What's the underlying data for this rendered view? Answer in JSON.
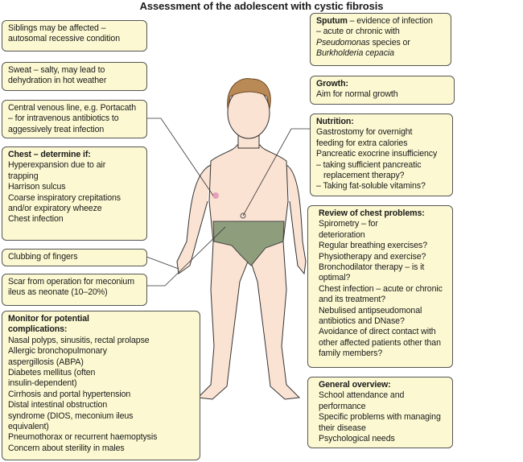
{
  "title": "Assessment of the adolescent with cystic fibrosis",
  "left": {
    "siblings": [
      "Siblings may be affected –",
      "autosomal recessive condition"
    ],
    "sweat": [
      "Sweat – salty, may lead to",
      "dehydration in hot weather"
    ],
    "cvl": [
      "Central venous line, e.g. Portacath",
      "– for intravenous antibiotics to",
      "aggessively treat infection"
    ],
    "chest": {
      "heading": "Chest – determine if:",
      "lines": [
        "Hyperexpansion due to air",
        "trapping",
        "Harrison sulcus",
        "Coarse inspiratory crepitations",
        "and/or expiratory wheeze",
        "Chest infection"
      ]
    },
    "clubbing": "Clubbing of fingers",
    "scar": [
      "Scar from operation for meconium",
      "ileus as neonate (10–20%)"
    ],
    "monitor": {
      "heading": [
        "Monitor for potential",
        "complications:"
      ],
      "lines": [
        "Nasal polyps, sinusitis, rectal prolapse",
        "Allergic bronchopulmonary",
        "aspergillosis (ABPA)",
        "Diabetes mellitus (often",
        "insulin-dependent)",
        "Cirrhosis and portal hypertension",
        "Distal intestinal obstruction",
        "syndrome (DIOS, meconium ileus",
        "equivalent)",
        "Pneumothorax or recurrent haemoptysis",
        "Concern about sterility in males"
      ]
    }
  },
  "right": {
    "sputum": {
      "heading": "Sputum",
      "rest": " – evidence of infection",
      "l2": "– acute or chronic with",
      "l3_italic": "Pseudomonas",
      "l3_rest": " species or",
      "l4_italic": "Burkholderia cepacia"
    },
    "growth": {
      "heading": "Growth:",
      "lines": [
        "Aim for normal growth"
      ]
    },
    "nutrition": {
      "heading": "Nutrition:",
      "lines": [
        "Gastrostomy for overnight",
        "feeding for extra calories",
        "Pancreatic exocrine insufficiency",
        "– taking sufficient pancreatic",
        "replacement therapy?",
        "– Taking fat-soluble vitamins?"
      ]
    },
    "review": {
      "heading": "Review of chest problems:",
      "lines": [
        "Spirometry – for",
        "deterioration",
        "Regular breathing exercises?",
        "Physiotherapy and exercise?",
        "Bronchodilator therapy – is it",
        "optimal?",
        "Chest infection – acute or chronic",
        "and its treatment?",
        "Nebulised antipseudomonal",
        "antibiotics and DNase?",
        "Avoidance of direct contact with",
        "other affected patients other than",
        "family members?"
      ]
    },
    "general": {
      "heading": "General overview:",
      "lines": [
        "School attendance and",
        "performance",
        "Specific problems with managing",
        "their disease",
        "Psychological needs"
      ]
    }
  },
  "colors": {
    "box_fill": "#fcf9d2",
    "skin": "#fbe3d3",
    "hair": "#b98a55",
    "underwear": "#8e9e7c"
  }
}
